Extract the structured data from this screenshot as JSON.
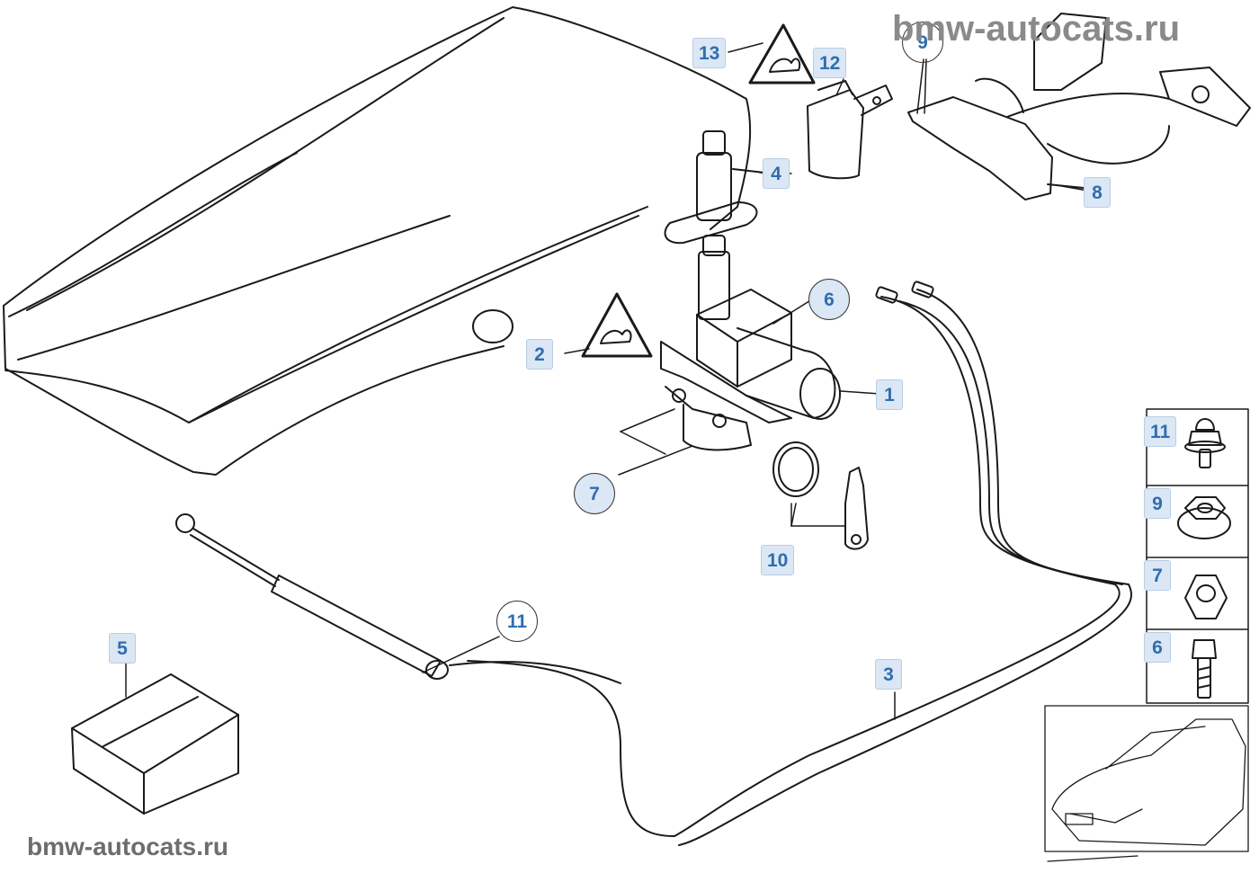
{
  "watermark": {
    "top": "bmw-autocats.ru",
    "bottom": "bmw-autocats.ru"
  },
  "callouts": {
    "c13": "13",
    "c12": "12",
    "c9_top": "9",
    "c4": "4",
    "c8": "8",
    "c6_main": "6",
    "c2": "2",
    "c1": "1",
    "c7_main": "7",
    "c10": "10",
    "c11_main": "11",
    "c5": "5",
    "c3": "3"
  },
  "hardware_panel": {
    "items": [
      {
        "label": "11",
        "icon": "bolt-with-washer-icon"
      },
      {
        "label": "9",
        "icon": "flange-nut-icon"
      },
      {
        "label": "7",
        "icon": "hex-nut-icon"
      },
      {
        "label": "6",
        "icon": "hex-bolt-icon"
      }
    ]
  },
  "colors": {
    "callout_fill": "#dbe7f4",
    "callout_text": "#2f6db0",
    "line": "#1a1a1a"
  }
}
